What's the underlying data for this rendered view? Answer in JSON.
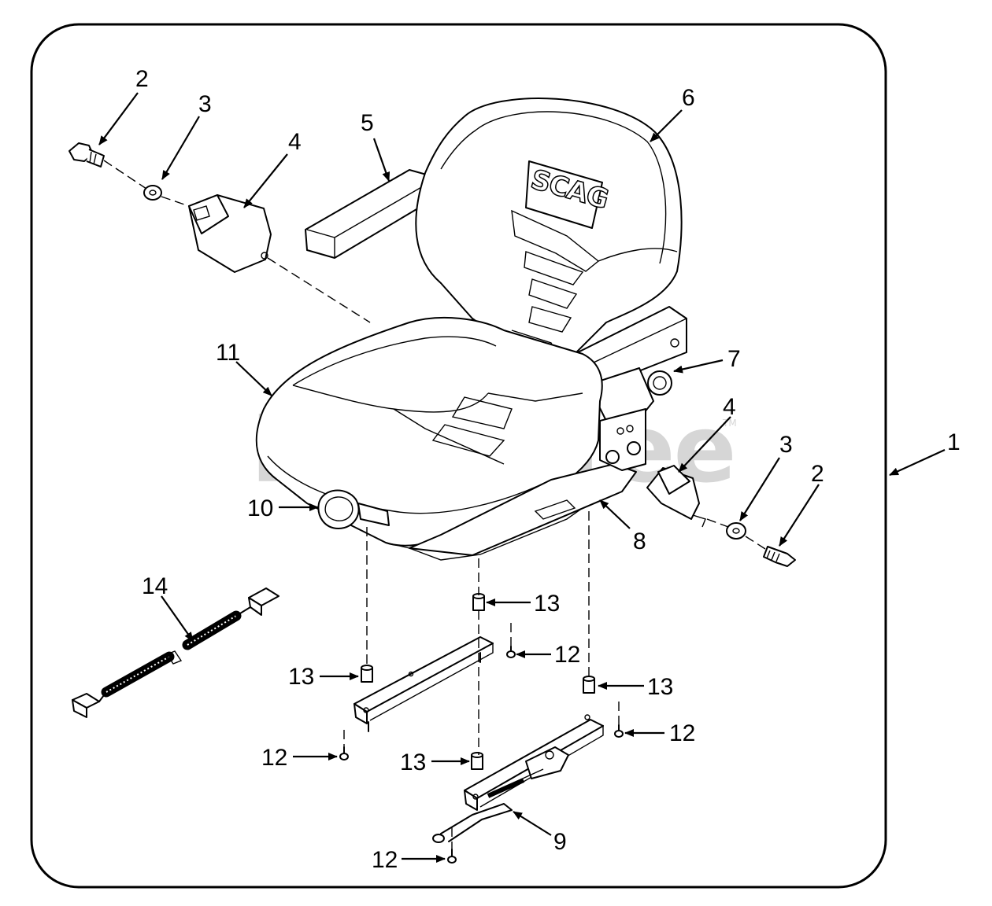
{
  "watermark": {
    "text": "PartsTree",
    "trademark": "TM"
  },
  "brand_logo": "SCAG",
  "callouts": {
    "c1": "1",
    "c2a": "2",
    "c2b": "2",
    "c3a": "3",
    "c3b": "3",
    "c4a": "4",
    "c4b": "4",
    "c5": "5",
    "c6": "6",
    "c7": "7",
    "c8": "8",
    "c9": "9",
    "c10": "10",
    "c11": "11",
    "c12a": "12",
    "c12b": "12",
    "c12c": "12",
    "c12d": "12",
    "c13a": "13",
    "c13b": "13",
    "c13c": "13",
    "c13d": "13",
    "c14": "14"
  },
  "colors": {
    "line": "#000000",
    "background": "#ffffff",
    "watermark": "#d6d6d6"
  }
}
